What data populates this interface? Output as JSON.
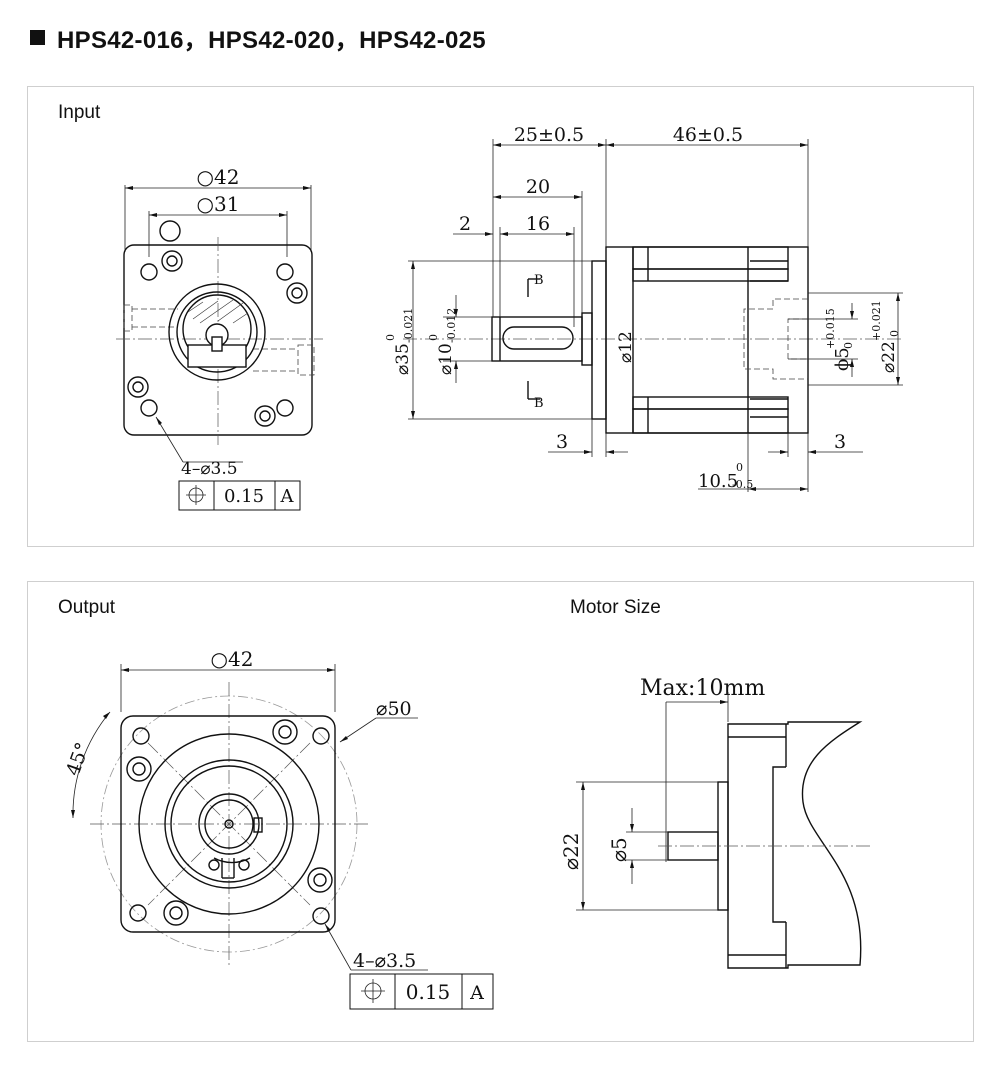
{
  "page": {
    "title": "HPS42-016，HPS42-020，HPS42-025"
  },
  "input_panel": {
    "label": "Input",
    "front_view": {
      "dim_square_outer": "○42",
      "dim_square_inner": "○31",
      "hole_note": "4–⌀3.5",
      "tolerance_frame": {
        "symbol": "position-symbol",
        "value": "0.15",
        "datum": "A"
      }
    },
    "side_view": {
      "dim_25": "25±0.5",
      "dim_46": "46±0.5",
      "dim_20": "20",
      "dim_2": "2",
      "dim_16": "16",
      "dim_d35": "⌀35",
      "dim_d35_tol_upper": "0",
      "dim_d35_tol_lower": "-0.021",
      "dim_d10": "⌀10",
      "dim_d10_tol_upper": "0",
      "dim_d10_tol_lower": "-0.012",
      "dim_d12": "⌀12",
      "dim_d5": "ϕ5",
      "dim_d5_tol_upper": "+0.015",
      "dim_d5_tol_lower": "0",
      "dim_d22": "⌀22",
      "dim_d22_tol_upper": "+0.021",
      "dim_d22_tol_lower": "0",
      "dim_3_left": "3",
      "dim_3_right": "3",
      "dim_10_5": "10.5",
      "dim_10_5_tol_upper": "0",
      "dim_10_5_tol_lower": "-0.5",
      "section_mark": "B"
    }
  },
  "output_panel": {
    "label": "Output",
    "dim_square": "○42",
    "dim_d50": "⌀50",
    "dim_angle": "45°",
    "hole_note": "4–⌀3.5",
    "tolerance_frame": {
      "symbol": "position-symbol",
      "value": "0.15",
      "datum": "A"
    }
  },
  "motor_panel": {
    "label": "Motor Size",
    "dim_max": "Max:10mm",
    "dim_d22": "⌀22",
    "dim_d5": "⌀5"
  }
}
